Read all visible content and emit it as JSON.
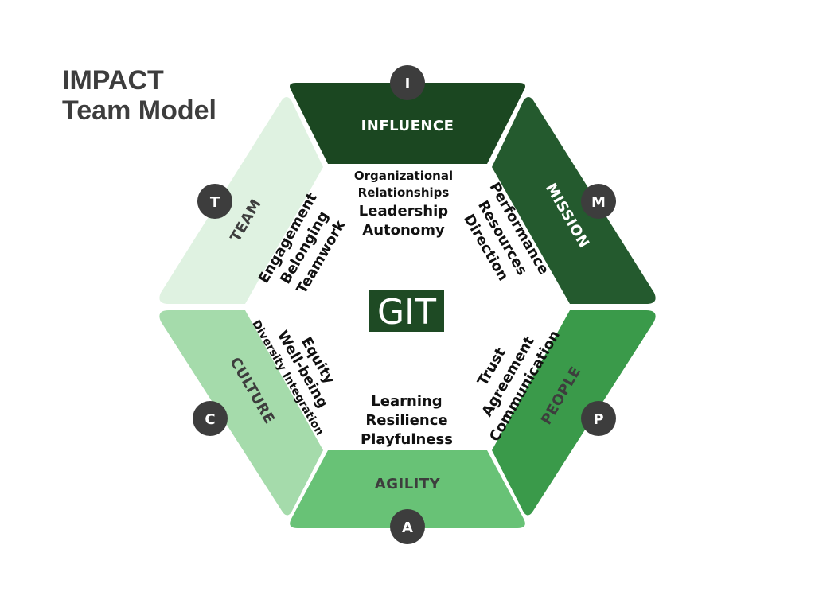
{
  "title": {
    "line1": "IMPACT",
    "line2": "Team Model"
  },
  "center": {
    "label": "GIT",
    "bg_color": "#1e4a24"
  },
  "segments": {
    "influence": {
      "label": "INFLUENCE",
      "badge": "I",
      "color": "#1b4721",
      "text_color": "#ffffff",
      "items": [
        "Organizational",
        "Relationships",
        "Leadership",
        "Autonomy"
      ]
    },
    "mission": {
      "label": "MISSION",
      "badge": "M",
      "color": "#245a2e",
      "text_color": "#ffffff",
      "items": [
        "Performance",
        "Resources",
        "Direction"
      ]
    },
    "people": {
      "label": "PEOPLE",
      "badge": "P",
      "color": "#3a9a4a",
      "text_color": "#3d3d3d",
      "items": [
        "Trust",
        "Agreement",
        "Communication"
      ]
    },
    "agility": {
      "label": "AGILITY",
      "badge": "A",
      "color": "#68c276",
      "text_color": "#3d3d3d",
      "items": [
        "Learning",
        "Resilience",
        "Playfulness"
      ]
    },
    "culture": {
      "label": "CULTURE",
      "badge": "C",
      "color": "#a5dbab",
      "text_color": "#3d3d3d",
      "items": [
        "Equity",
        "Well-being",
        "Diversity Integration"
      ]
    },
    "team": {
      "label": "TEAM",
      "badge": "T",
      "color": "#dff2e1",
      "text_color": "#3d3d3d",
      "items": [
        "Engagement",
        "Belonging",
        "Teamwork"
      ]
    }
  },
  "badge_color": "#3d3d3d"
}
